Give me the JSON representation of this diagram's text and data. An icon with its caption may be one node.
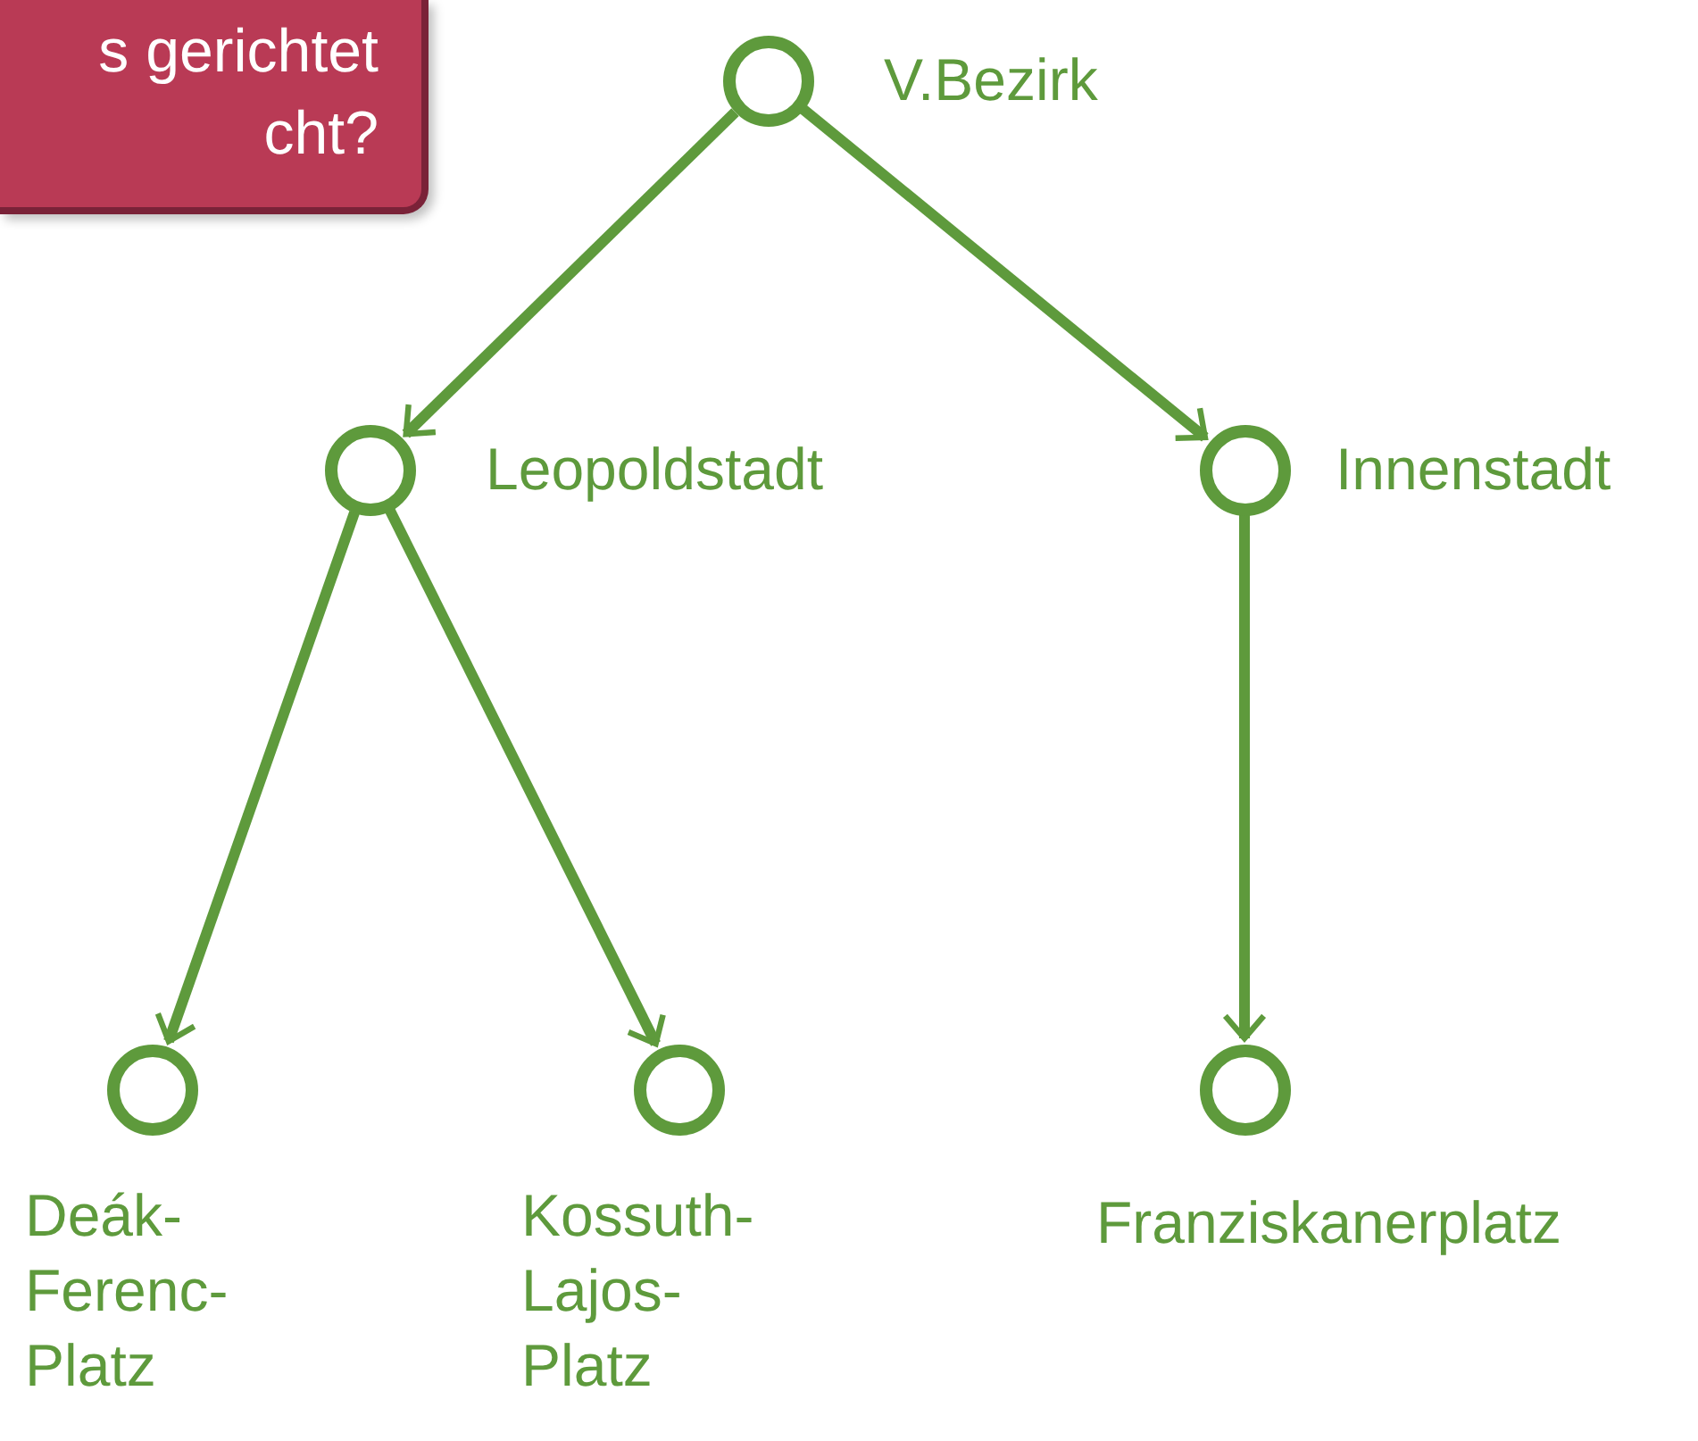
{
  "diagram": {
    "nodes": [
      {
        "text": [
          "s gerichtet cht?"
        ]
      },
      {
        "text": [],
        "shape": "circle",
        "beside": [
          "V.Bezirk"
        ]
      },
      {
        "text": [],
        "shape": "circle",
        "beside": [
          "Leopoldstadt"
        ]
      },
      {
        "text": [],
        "shape": "circle",
        "beside": [
          "Innenstadt"
        ]
      },
      {
        "text": [],
        "shape": "circle",
        "beside": [
          "Deák-Ferenc-Platz"
        ]
      },
      {
        "text": [],
        "shape": "circle",
        "beside": [
          "Kossuth-Lajos-Platz"
        ]
      },
      {
        "text": [],
        "shape": "circle",
        "beside": [
          "Franziskanerplatz"
        ]
      }
    ],
    "edges": [
      {
        "from": 1,
        "to": 2,
        "arrow": "to"
      },
      {
        "from": 1,
        "to": 3,
        "arrow": "to"
      },
      {
        "from": 2,
        "to": 4,
        "arrow": "to"
      },
      {
        "from": 2,
        "to": 5,
        "arrow": "to"
      },
      {
        "from": 3,
        "to": 6,
        "arrow": "to"
      }
    ]
  }
}
